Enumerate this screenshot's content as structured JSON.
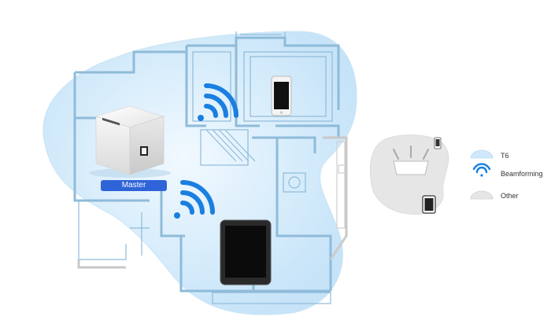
{
  "master_label": "Master",
  "legend": [
    {
      "label": "T6",
      "icon": "coverage-blue-icon"
    },
    {
      "label": "Beamforming",
      "icon": "wifi-beam-icon"
    },
    {
      "label": "Other",
      "icon": "coverage-gray-icon"
    }
  ],
  "colors": {
    "coverage_blue": "#cfe9fb",
    "coverage_gray": "#e6e6e6",
    "wall_blue": "#8fbbd9",
    "wall_gray": "#c8c8c8",
    "signal_blue": "#1a7fe0",
    "label_blue": "#2f63d8"
  }
}
